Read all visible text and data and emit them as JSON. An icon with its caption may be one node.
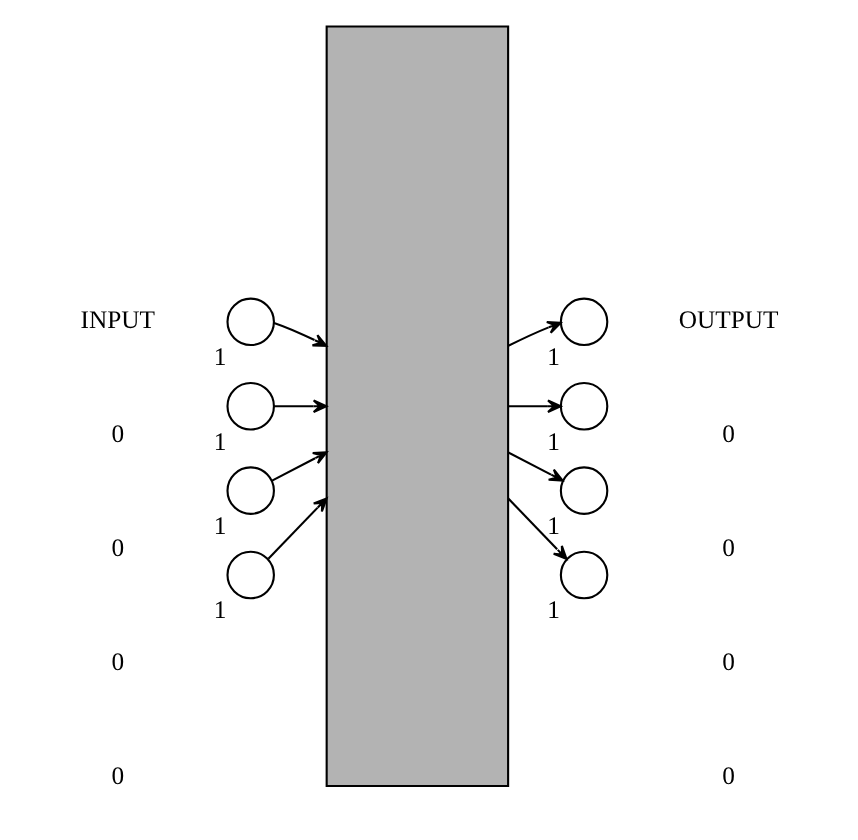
{
  "diagram": {
    "nodes": [
      {
        "text": [],
        "shape": "box"
      },
      {
        "text": [],
        "shape": "circle",
        "beside": [
          "1"
        ]
      },
      {
        "text": [],
        "shape": "circle",
        "beside": [
          "1"
        ]
      },
      {
        "text": [],
        "shape": "circle",
        "beside": [
          "1"
        ]
      },
      {
        "text": [],
        "shape": "circle",
        "beside": [
          "1"
        ]
      },
      {
        "text": [],
        "shape": "circle",
        "beside": [
          "1"
        ]
      },
      {
        "text": [],
        "shape": "circle",
        "beside": [
          "1"
        ]
      },
      {
        "text": [],
        "shape": "circle",
        "beside": [
          "1"
        ]
      },
      {
        "text": [],
        "shape": "circle",
        "beside": [
          "1"
        ]
      }
    ],
    "edges": [
      {
        "from": 1,
        "to": 0,
        "arrow": "to"
      },
      {
        "from": 2,
        "to": 0,
        "arrow": "to"
      },
      {
        "from": 3,
        "to": 0,
        "arrow": "to"
      },
      {
        "from": 4,
        "to": 0,
        "arrow": "to"
      },
      {
        "from": 0,
        "to": 5,
        "arrow": "to"
      },
      {
        "from": 0,
        "to": 6,
        "arrow": "to"
      },
      {
        "from": 0,
        "to": 7,
        "arrow": "to"
      },
      {
        "from": 0,
        "to": 8,
        "arrow": "to"
      }
    ],
    "labels": [
      "INPUT",
      "0",
      "0",
      "0",
      "0",
      "OUTPUT",
      "0",
      "0",
      "0",
      "0"
    ]
  }
}
